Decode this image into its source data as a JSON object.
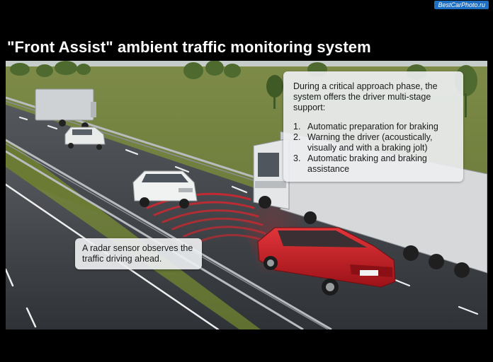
{
  "watermark": "BestCarPhoto.ru",
  "title": "\"Front Assist\" ambient traffic monitoring system",
  "callout_support": {
    "lead": "During a critical approach phase, the system offers the driver multi-stage support:",
    "steps": [
      {
        "number": "1.",
        "text": "Automatic preparation for braking"
      },
      {
        "number": "2.",
        "text": "Warning the driver (acoustically, visually and with a braking jolt)"
      },
      {
        "number": "3.",
        "text": "Automatic braking and braking assistance"
      }
    ]
  },
  "callout_radar": {
    "text": "A radar sensor observes the traffic driving ahead."
  },
  "colors": {
    "background": "#000000",
    "road": "#3a3d42",
    "grass": "#6f7d3a",
    "radar": "#d7262e",
    "car_red": "#c81d24",
    "truck": "#d9dbdd"
  }
}
